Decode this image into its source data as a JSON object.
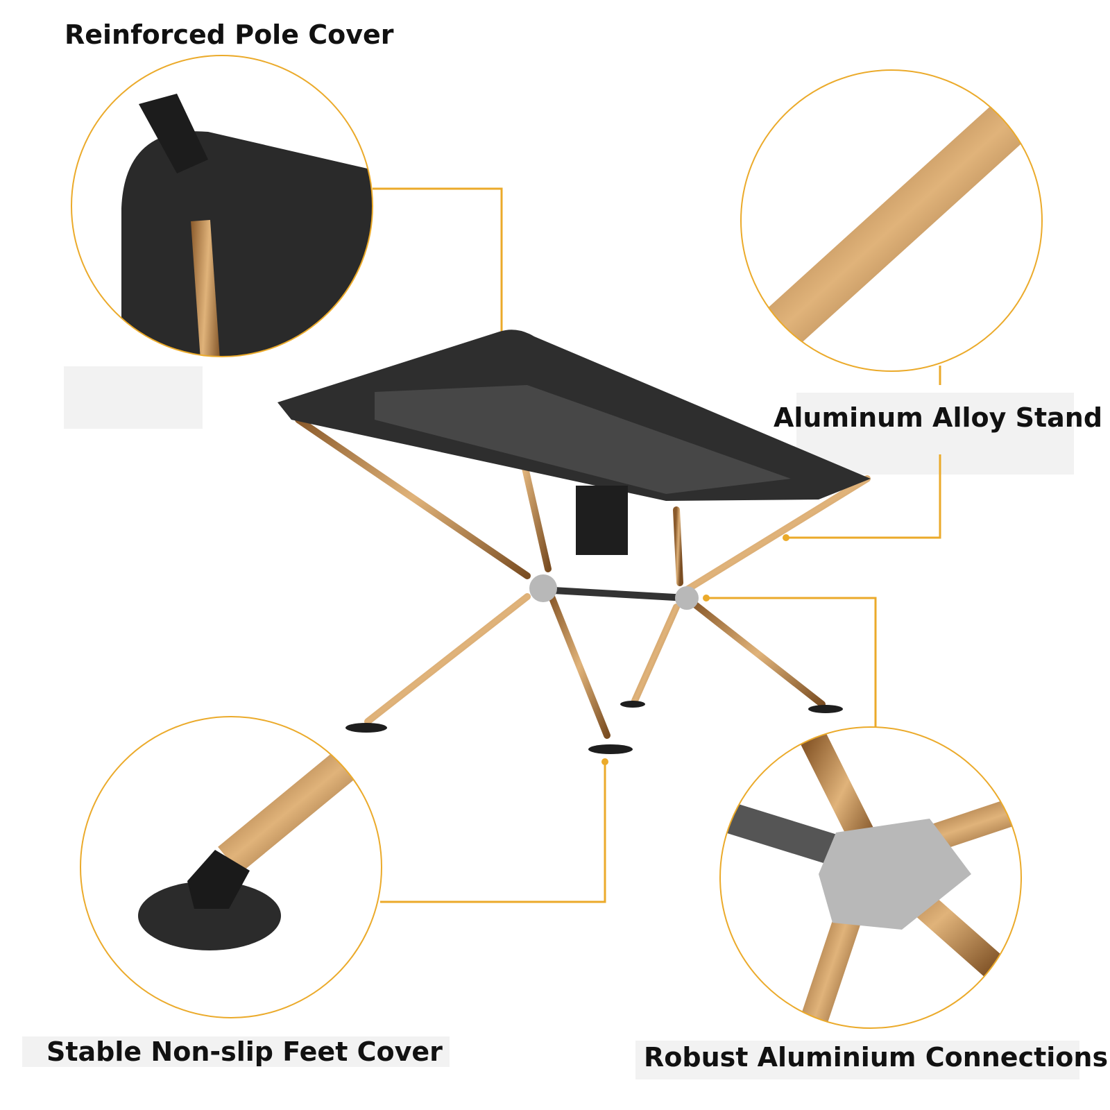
{
  "accent_color": "#ebaa2a",
  "features": [
    {
      "label": "Reinforced Pole Cover",
      "icon": "pole-cover-closeup"
    },
    {
      "label": "Aluminum Alloy Stand",
      "icon": "aluminum-tube-closeup"
    },
    {
      "label": "Stable Non-slip Feet Cover",
      "icon": "foot-pad-closeup"
    },
    {
      "label": "Robust Aluminium Connections",
      "icon": "connector-joint-closeup"
    }
  ]
}
